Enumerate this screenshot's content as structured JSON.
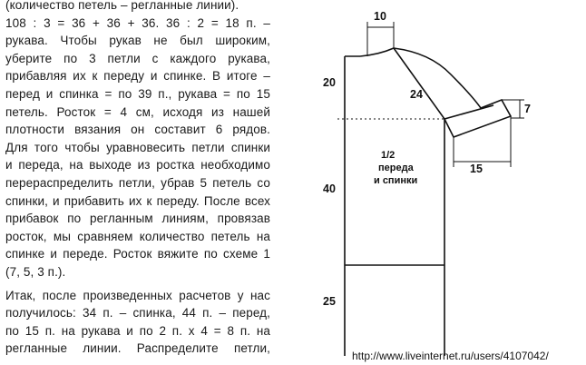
{
  "text": {
    "lines": [
      "(количество петель – регланные линии).",
      "108 : 3 = 36 + 36 + 36. 36 : 2 = 18 п. –",
      "рукава. Чтобы рукав не был широким,",
      "уберите по 3 петли с каждого рукава,",
      "прибавляя их к переду и спинке. В итоге –",
      "перед и спинка = по 39 п., рукава = по 15",
      "петель. Росток = 4 см, исходя из нашей",
      "плотности вязания он составит 6 рядов.",
      "Для того чтобы уравновесить петли спинки",
      "и переда, на выходе из ростка необходимо",
      "перераспределить петли, убрав 5 петель со",
      "спинки, и прибавить их к переду. После всех",
      "прибавок по регланным линиям, провязав",
      "росток, мы сравняем количество петель на",
      "спинке и переде. Росток вяжите по схеме 1",
      "(7, 5, 3 п.)."
    ],
    "lines2": [
      "Итак, после произведенных расчетов у нас",
      "получилось: 34 п. – спинка, 44 п. – перед,",
      "по 15 п. на рукава и по 2 п. x 4 = 8 п. на",
      "регланные линии. Распределите петли,"
    ]
  },
  "diagram": {
    "dim_neck": "10",
    "dim_raglan_height": "20",
    "dim_raglan_line": "24",
    "dim_cuff_height": "7",
    "dim_sleeve_width": "15",
    "dim_body": "40",
    "dim_rib": "25",
    "piece_label_1": "1/2",
    "piece_label_2": "переда",
    "piece_label_3": "и спинки",
    "watermark": "http://www.liveinternet.ru/users/4107042/"
  }
}
